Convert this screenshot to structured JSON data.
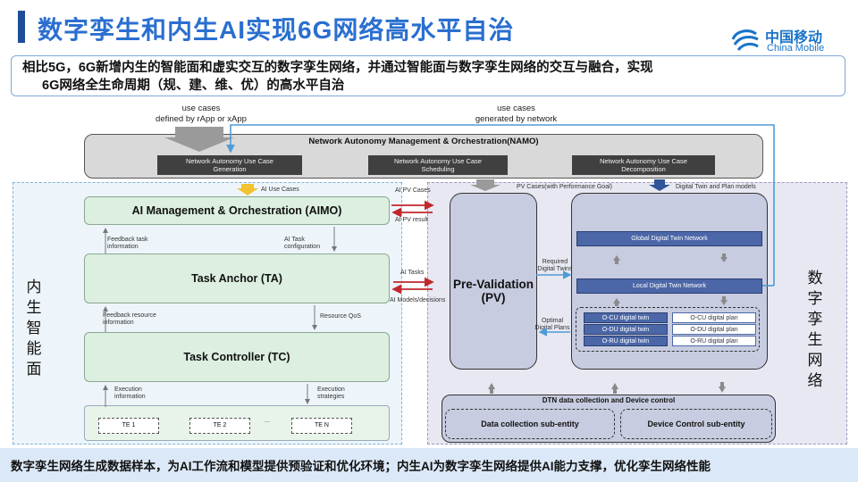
{
  "header": {
    "title": "数字孪生和内生AI实现6G网络高水平自治",
    "logo_cn": "中国移动",
    "logo_en": "China Mobile"
  },
  "intro": {
    "line1": "相比5G，6G新增内生的智能面和虚实交互的数字孪生网络，并通过智能面与数字孪生网络的交互与融合，实现",
    "line2": "6G网络全生命周期（规、建、维、优）的高水平自治"
  },
  "top_labels": {
    "use_cases_rapp_1": "use cases",
    "use_cases_rapp_2": "defined by rApp or xApp",
    "use_cases_net_1": "use cases",
    "use_cases_net_2": "generated by network"
  },
  "namo": {
    "title": "Network Autonomy Management & Orchestration(NAMO)",
    "boxes": [
      {
        "line1": "Network Autonomy Use Case",
        "line2": "Generation"
      },
      {
        "line1": "Network Autonomy Use Case",
        "line2": "Scheduling"
      },
      {
        "line1": "Network Autonomy Use Case",
        "line2": "Decomposition"
      }
    ]
  },
  "left": {
    "side_label": [
      "内",
      "生",
      "智",
      "能",
      "面"
    ],
    "ai_use_cases": "AI Use Cases",
    "aimo": "AI Management & Orchestration (AIMO)",
    "ta": "Task Anchor (TA)",
    "tc": "Task Controller (TC)",
    "feedback_task": [
      "Feedback task",
      "information"
    ],
    "ai_task_config": [
      "AI Task",
      "configuration"
    ],
    "feedback_resource": [
      "Feedback resource",
      "information"
    ],
    "resource_qos": "Resource QoS",
    "execution_info": [
      "Execution",
      "information"
    ],
    "execution_strategies": [
      "Execution",
      "strategies"
    ],
    "te": [
      "TE 1",
      "TE 2",
      "TE N"
    ],
    "dots": "...",
    "ai_pv_cases": "AI PV Cases",
    "ai_pv_result": "AI PV result",
    "ai_tasks": "AI  Tasks",
    "ai_models": "AI Models/decisions"
  },
  "right": {
    "side_label": [
      "数",
      "字",
      "孪",
      "生",
      "网",
      "络"
    ],
    "pv_cases": "PV Cases(with Performance Goal)",
    "dt_plan_models": "Digital Twin and Plan models",
    "pv_line1": "Pre-Validation",
    "pv_line2": "(PV)",
    "required_twins": [
      "Required",
      "Digital Twins"
    ],
    "optimal_plans": [
      "Optimal",
      "Digital Plans"
    ],
    "global_dt": "Global Digital Twin Network",
    "local_dt": "Local Digital Twin Network",
    "twins": [
      "O-CU digital twin",
      "O-DU digital twin",
      "O-RU digital twin"
    ],
    "plans": [
      "O-CU digital plan",
      "O-DU digital plan",
      "O-RU digital plan"
    ],
    "dtn_title": "DTN data collection and Device control",
    "data_collection": "Data collection sub-entity",
    "device_control": "Device Control sub-entity"
  },
  "footer": {
    "text": "数字孪生网络生成数据样本，为AI工作流和模型提供预验证和优化环境；内生AI为数字孪生网络提供AI能力支撑，优化孪生网络性能"
  },
  "colors": {
    "title_blue": "#2a6fd0",
    "brand_blue": "#1a74c9",
    "arrow_red": "#c0282d",
    "arrow_blue": "#4e9bd6",
    "dt_bar": "#4b67a8"
  }
}
